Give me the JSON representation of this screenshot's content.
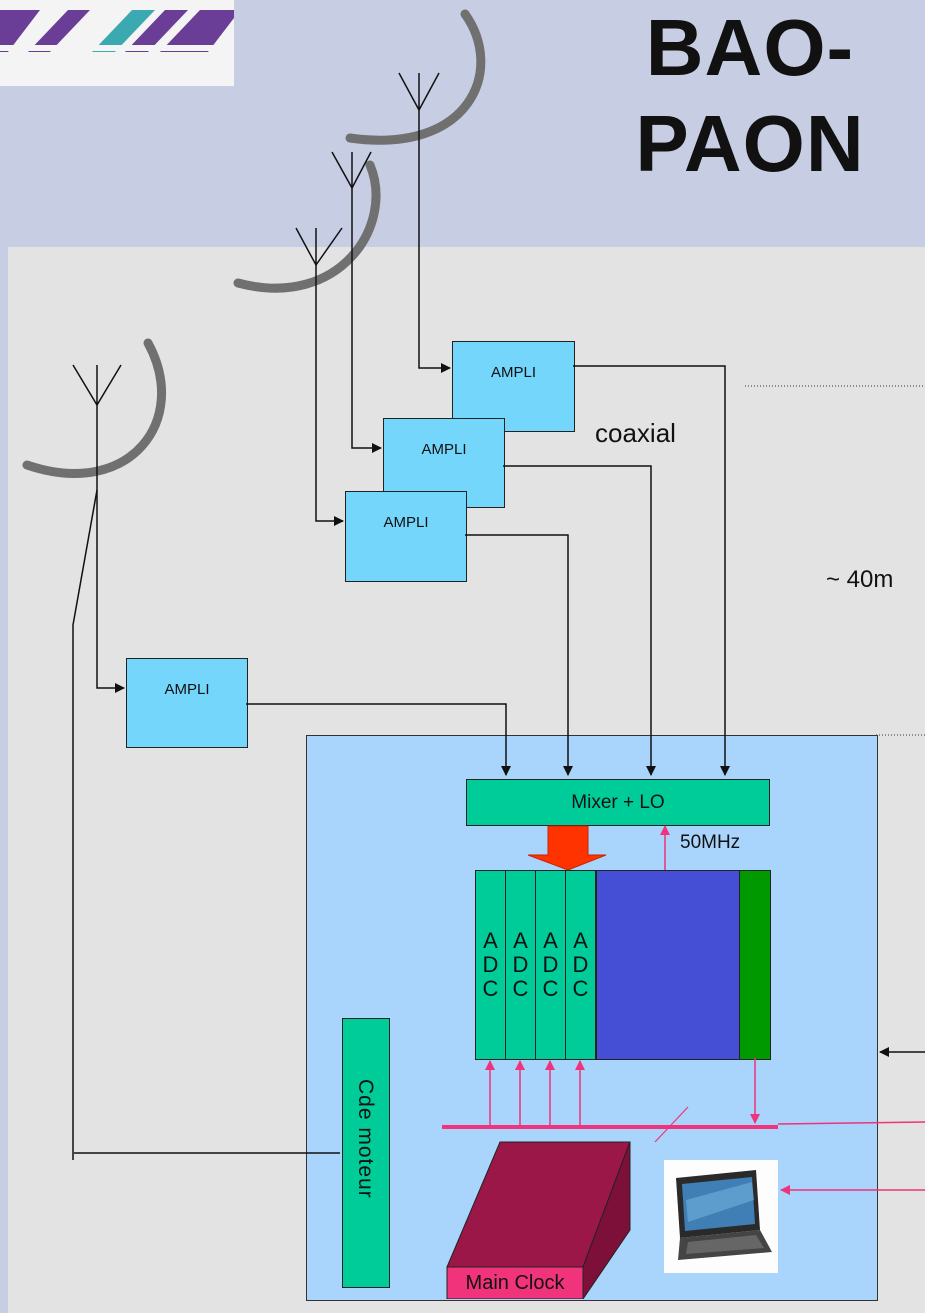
{
  "title": "BAO-PAON",
  "title_line1": "BAO-",
  "title_line2": "PAON",
  "amplifiers": [
    "AMPLI",
    "AMPLI",
    "AMPLI",
    "AMPLI"
  ],
  "cable_label": "coaxial",
  "distance_label": "~ 40m",
  "mixer_label": "Mixer + LO",
  "lo_frequency": "50MHz",
  "adc_labels": [
    "ADC",
    "ADC",
    "ADC",
    "ADC"
  ],
  "motor_control_label": "Cde moteur",
  "clock_label": "Main Clock",
  "colors": {
    "background": "#c7cde3",
    "panel": "#e3e3e3",
    "receiver": "#a9d4fb",
    "ampli": "#74d6fb",
    "board": "#00cc99",
    "processing": "#444fd6",
    "clock_box": "#9a1748",
    "clock_label_bg": "#f0337a",
    "digital_link": "#f0337a",
    "signal_arrow": "#ff3300",
    "dish": "#707070"
  },
  "icons": [
    "logo",
    "dish-antenna",
    "laptop-icon"
  ]
}
